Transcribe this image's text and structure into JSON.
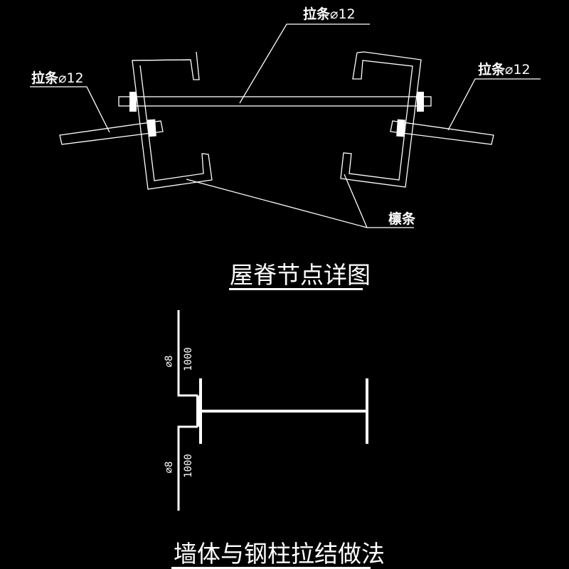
{
  "drawing": {
    "background": "#000000",
    "line_color": "#ffffff",
    "ridge_detail": {
      "title": "屋脊节点详图",
      "labels": {
        "tie_rod_top": "拉条",
        "tie_rod_top_spec": "⌀12",
        "tie_rod_left": "拉条",
        "tie_rod_left_spec": "⌀12",
        "tie_rod_right": "拉条",
        "tie_rod_right_spec": "⌀12",
        "purlin": "檩条"
      }
    },
    "wall_tie_detail": {
      "title": "墙体与钢柱拉结做法",
      "upper_rebar": {
        "diameter": "⌀8",
        "length": "1000"
      },
      "lower_rebar": {
        "diameter": "⌀8",
        "length": "1000"
      }
    }
  }
}
